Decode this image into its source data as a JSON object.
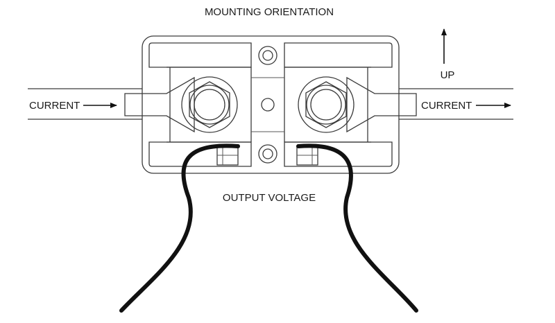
{
  "title": "MOUNTING ORIENTATION",
  "left_current_label": "CURRENT",
  "right_current_label": "CURRENT",
  "up_label": "UP",
  "output_label": "OUTPUT VOLTAGE",
  "colors": {
    "line": "#3a3a3a",
    "wire": "#111111",
    "text": "#1a1a1a"
  },
  "icons": [
    "arrow-right-icon",
    "arrow-up-icon"
  ]
}
